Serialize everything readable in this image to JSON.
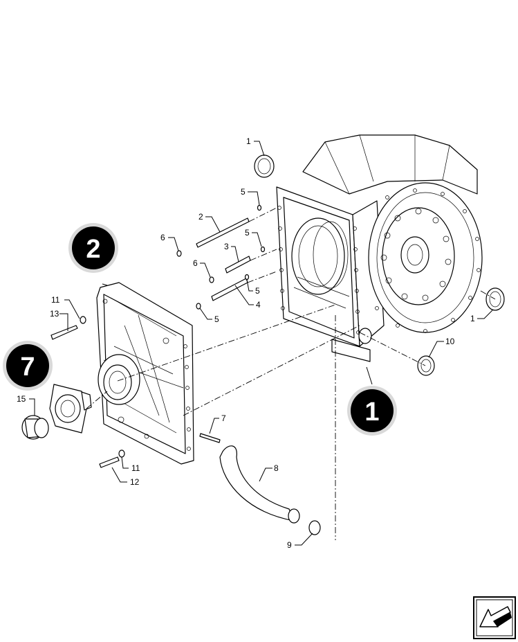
{
  "callouts": {
    "c1a": "1",
    "c1b": "1",
    "c2": "2",
    "c3": "3",
    "c4": "4",
    "c5a": "5",
    "c5b": "5",
    "c5c": "5",
    "c5d": "5",
    "c6a": "6",
    "c6b": "6",
    "c7": "7",
    "c8": "8",
    "c9": "9",
    "c10": "10",
    "c11a": "11",
    "c11b": "11",
    "c12": "12",
    "c13": "13",
    "c15": "15"
  },
  "badges": {
    "b1": "1",
    "b2": "2",
    "b7": "7"
  },
  "icons": {
    "nav": "back-arrow-icon"
  }
}
